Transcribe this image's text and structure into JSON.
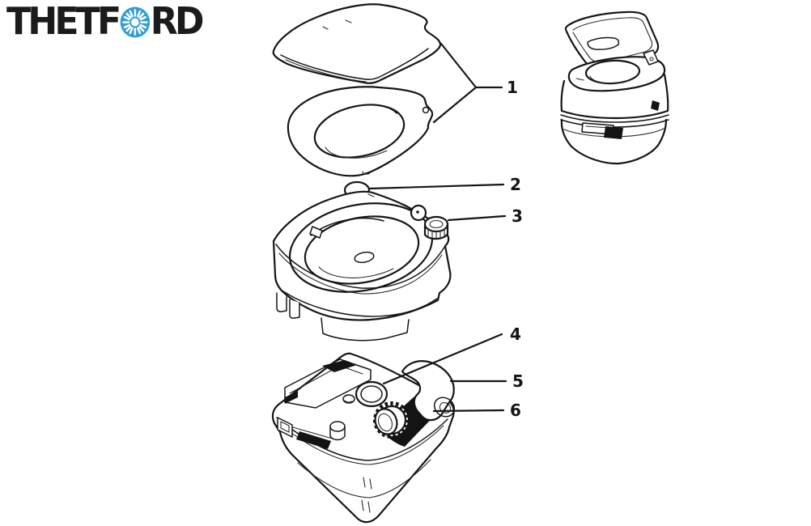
{
  "logo": {
    "text": "THETFORD",
    "prefix": "THETF",
    "suffix": "RD",
    "disc_color": "#2E9FD6"
  },
  "callouts": {
    "c1": "1",
    "c2": "2",
    "c3": "3",
    "c4": "4",
    "c5": "5",
    "c6": "6"
  }
}
